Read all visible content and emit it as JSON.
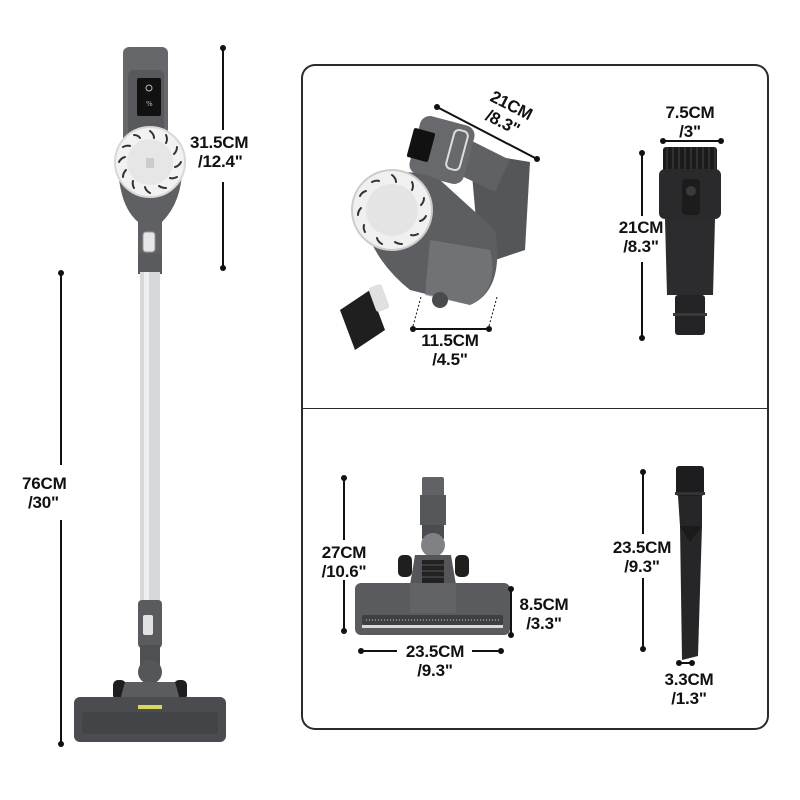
{
  "figure": {
    "title": "Cordless stick vacuum dimensions diagram",
    "main_unit": {
      "head_height": {
        "cm": "31.5CM",
        "inch": "/12.4\""
      },
      "tube_length": {
        "cm": "76CM",
        "inch": "/30\""
      }
    },
    "panels": [
      {
        "name": "handheld-and-brush",
        "items": [
          {
            "part": "handheld unit",
            "length": {
              "cm": "21CM",
              "inch": "/8.3\""
            },
            "width": {
              "cm": "11.5CM",
              "inch": "/4.5\""
            }
          },
          {
            "part": "dusting brush",
            "width": {
              "cm": "7.5CM",
              "inch": "/3\""
            },
            "height": {
              "cm": "21CM",
              "inch": "/8.3\""
            }
          }
        ]
      },
      {
        "name": "floor-head-and-crevice",
        "items": [
          {
            "part": "floor brush head",
            "height": {
              "cm": "27CM",
              "inch": "/10.6\""
            },
            "head_height": {
              "cm": "8.5CM",
              "inch": "/3.3\""
            },
            "width": {
              "cm": "23.5CM",
              "inch": "/9.3\""
            }
          },
          {
            "part": "crevice tool",
            "length": {
              "cm": "23.5CM",
              "inch": "/9.3\""
            },
            "tip_width": {
              "cm": "3.3CM",
              "inch": "/1.3\""
            }
          }
        ]
      }
    ],
    "colors": {
      "body_gray": "#5f6064",
      "tube_silver": "#d6d8da",
      "accessory_black": "#2a2a2c",
      "line": "#111111",
      "panel_border": "#2b2b2b"
    }
  }
}
